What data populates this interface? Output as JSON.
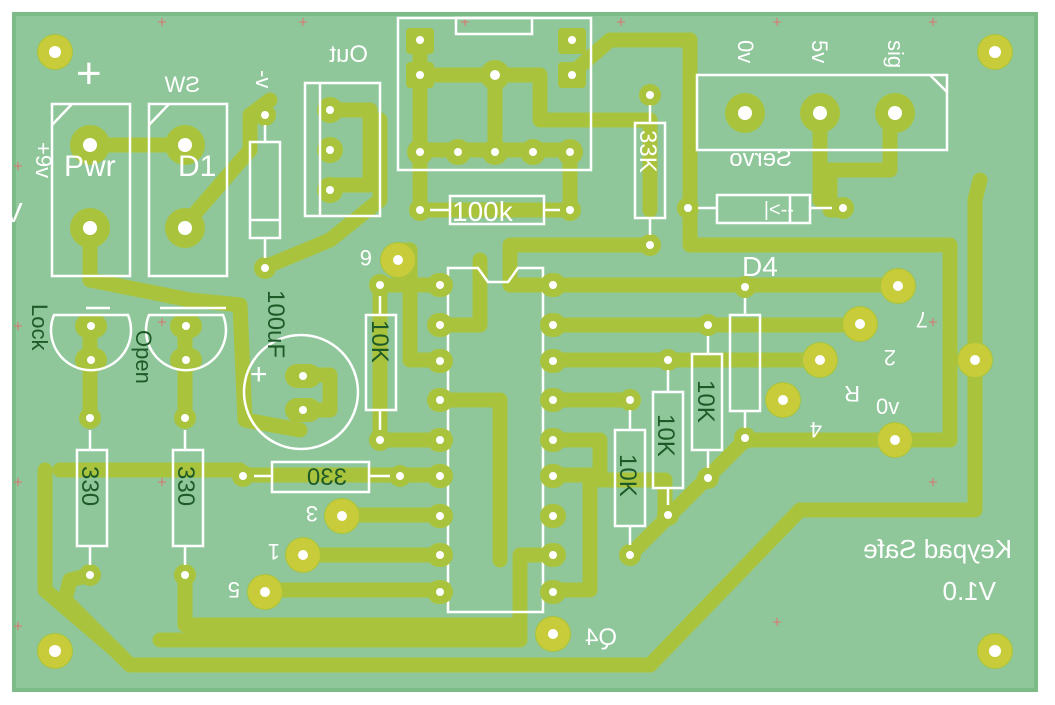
{
  "board": {
    "title": "Keypad Safe",
    "version": "V1.0",
    "colors": {
      "board": "#8fc79a",
      "board_edge": "#7cba88",
      "copper": "#a9c43c",
      "hole": "#ffffff",
      "silk": "#ffffff",
      "grid_mark": "#e04040"
    }
  },
  "components": {
    "pwr": "Pwr",
    "d1": "D1",
    "plus_mark": "+",
    "v_plus_in": "+9v",
    "sw": "SW",
    "v_minus": "-v",
    "out": "Out",
    "res_100k": "100k",
    "res_33k": "33K",
    "servo": "Servo",
    "servo_0v": "0v",
    "servo_5v": "5v",
    "servo_sig": "sig",
    "diode_mark": "-->|",
    "d4": "D4",
    "lock": "Lock",
    "open": "Open",
    "cap_100uf": "100uF",
    "cap_plus": "+",
    "res_10k_a": "10K",
    "res_10k_b": "10K",
    "res_10k_c": "10K",
    "res_10k_d": "10K",
    "res_330_a": "330",
    "res_330_b": "330",
    "res_330_c": "330",
    "v_left": "V",
    "q4": "Q4"
  },
  "keypad_pins": {
    "k6": "6",
    "k7": "7",
    "k2": "2",
    "kR": "R",
    "k4": "4",
    "k0v": "0v",
    "k3": "3",
    "k1": "1",
    "k5": "5"
  }
}
